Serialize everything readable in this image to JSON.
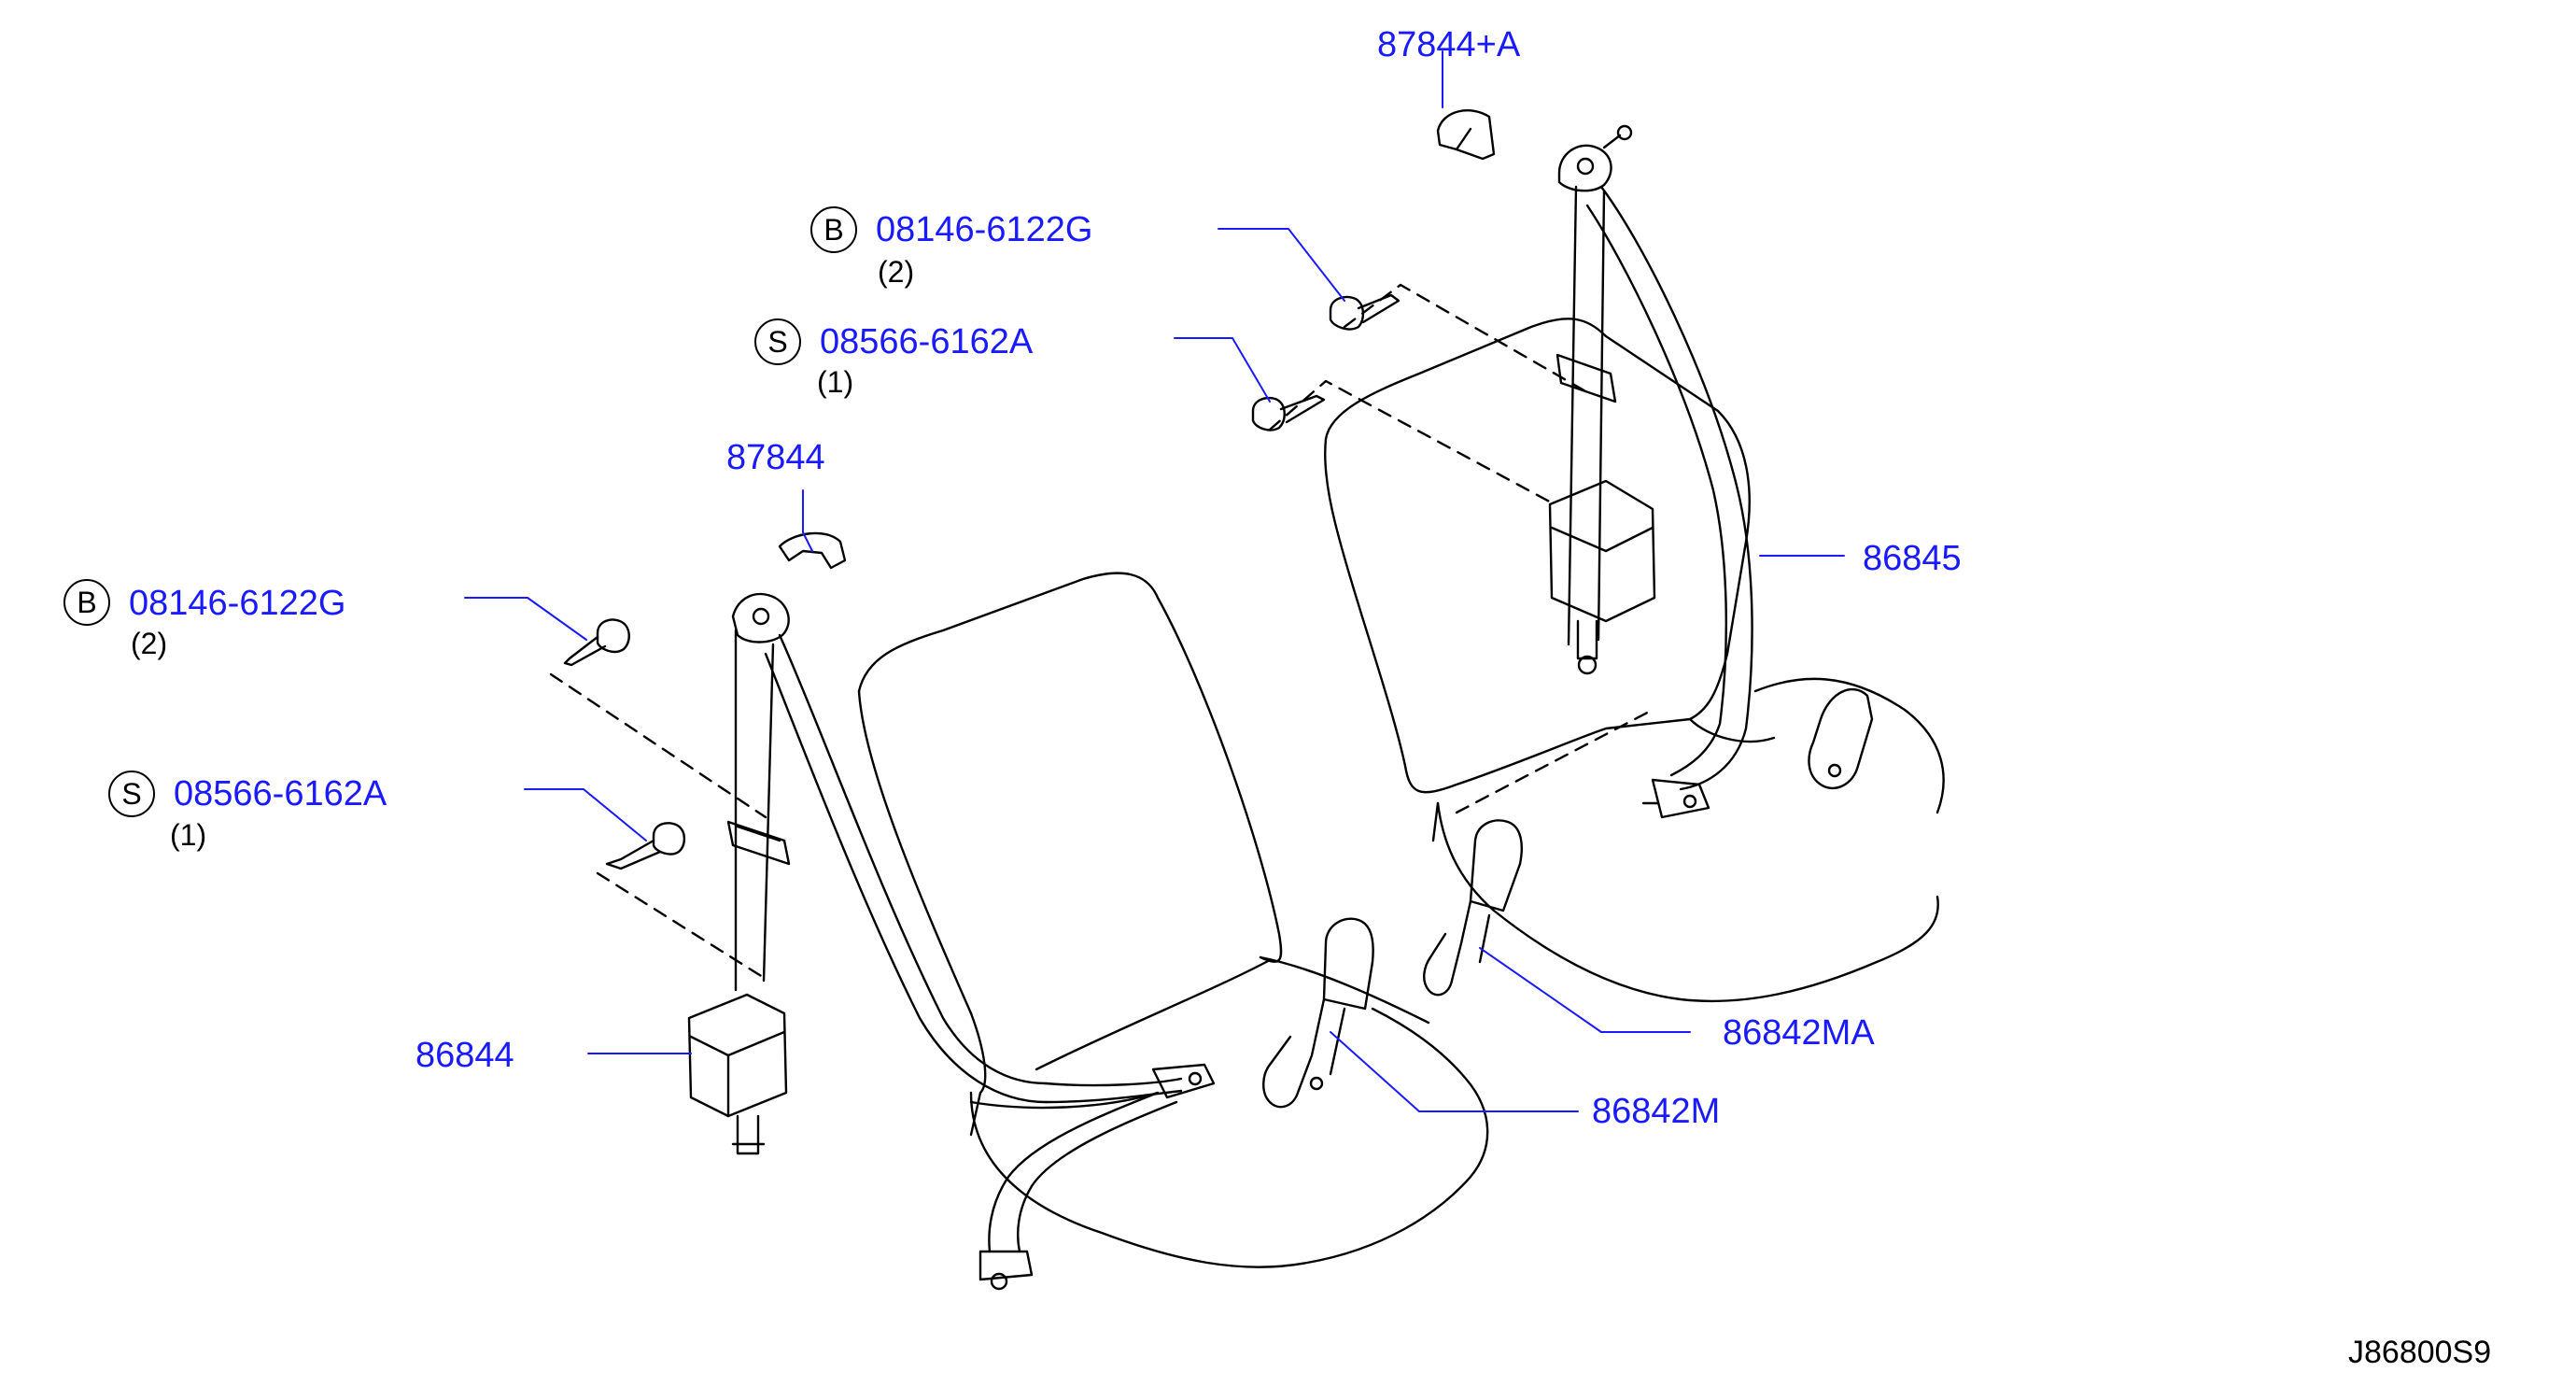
{
  "labels": {
    "p87844a": "87844+A",
    "p87844": "87844",
    "p86845": "86845",
    "p86844": "86844",
    "p86842ma": "86842MA",
    "p86842m": "86842M",
    "bolt_b_right": {
      "prefix": "B",
      "part": "08146-6122G",
      "qty": "(2)"
    },
    "screw_s_right": {
      "prefix": "S",
      "part": "08566-6162A",
      "qty": "(1)"
    },
    "bolt_b_left": {
      "prefix": "B",
      "part": "08146-6122G",
      "qty": "(2)"
    },
    "screw_s_left": {
      "prefix": "S",
      "part": "08566-6162A",
      "qty": "(1)"
    }
  },
  "diagram_code": "J86800S9",
  "colors": {
    "part_label": "#1a1aff",
    "line": "#000000",
    "leader": "#1a1aff"
  }
}
